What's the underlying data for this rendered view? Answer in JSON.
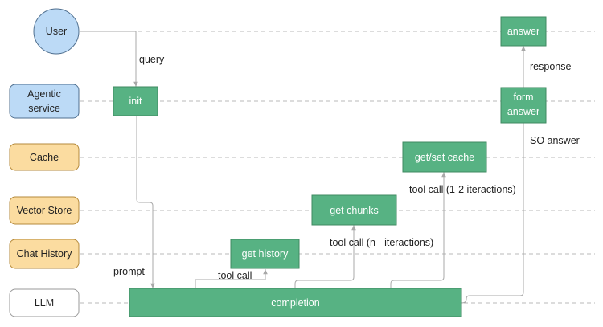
{
  "lanes": {
    "user": "User",
    "agentic": [
      "Agentic",
      "service"
    ],
    "cache": "Cache",
    "vector": "Vector Store",
    "chat": "Chat History",
    "llm": "LLM"
  },
  "steps": {
    "init": "init",
    "get_history": "get history",
    "get_chunks": "get chunks",
    "get_set_cache": "get/set cache",
    "completion": "completion",
    "form_answer": [
      "form",
      "answer"
    ],
    "answer": "answer"
  },
  "edge_labels": {
    "query": "query",
    "prompt": "prompt",
    "tool_call": "tool call",
    "tool_call_n": "tool call (n - iteractions)",
    "tool_call_12": "tool call (1-2 iteractions)",
    "so_answer": "SO answer",
    "response": "response"
  },
  "colors": {
    "user_fill": "#bcdaf6",
    "user_stroke": "#4f6f8f",
    "service_fill": "#bcdaf6",
    "store_fill": "#fbdca0",
    "store_stroke": "#b58a3b",
    "llm_fill": "#ffffff",
    "llm_stroke": "#9a9a9a",
    "step_fill": "#57b283",
    "step_stroke": "#3f8a62"
  }
}
